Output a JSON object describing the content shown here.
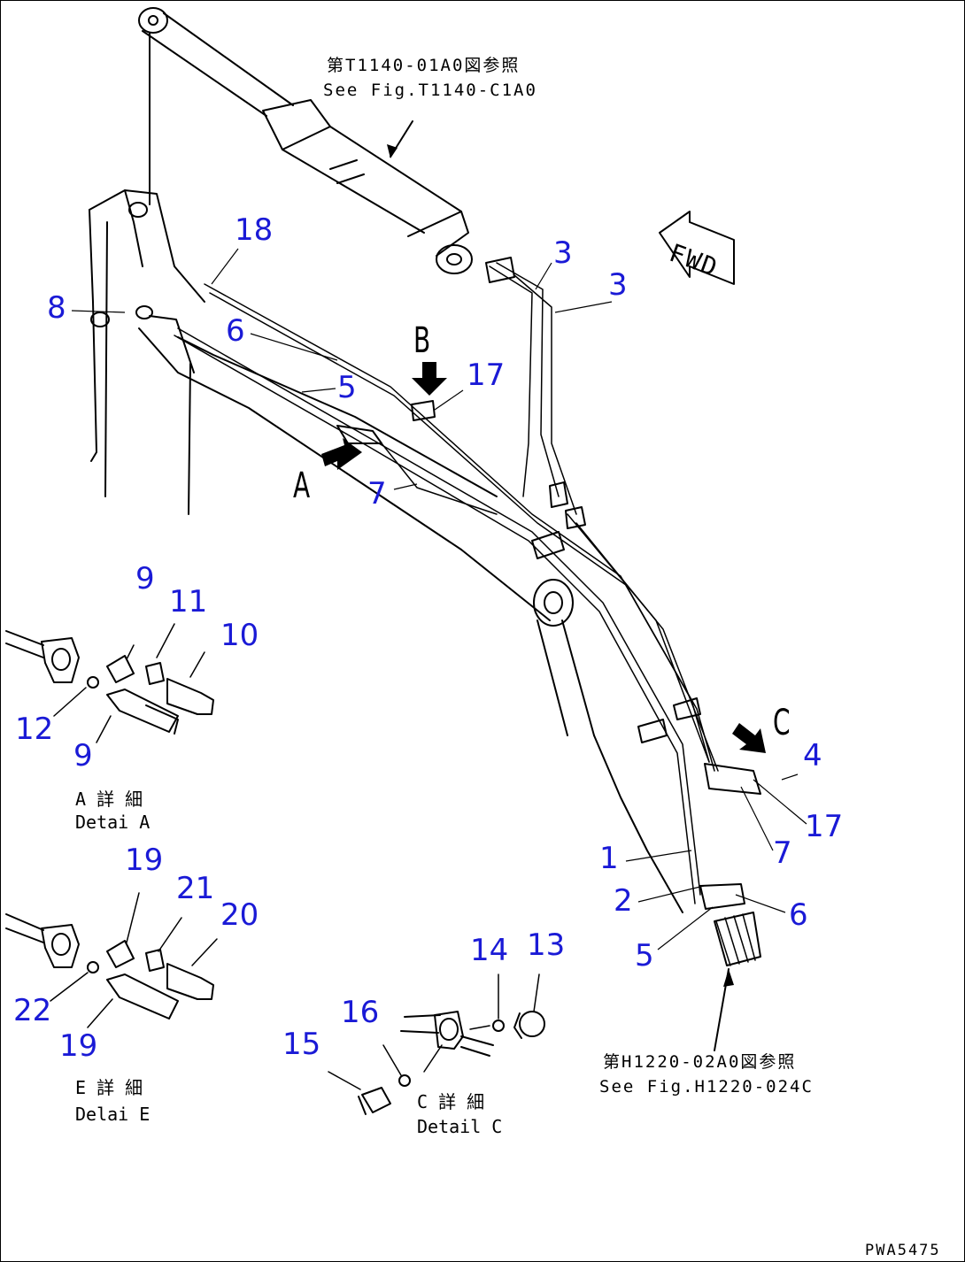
{
  "references": {
    "top_jp": "第T1140-01A0図参照",
    "top_en": "See Fig.T1140-C1A0",
    "bottom_jp": "第H1220-02A0図参照",
    "bottom_en": "See Fig.H1220-024C"
  },
  "direction_label": "FWD",
  "view_letters": {
    "a": "A",
    "b": "B",
    "c": "C"
  },
  "details": {
    "a_jp": "A 詳 細",
    "a_en": "Detai A",
    "e_jp": "E 詳 細",
    "e_en": "Delai E",
    "c_jp": "C 詳 細",
    "c_en": "Detail C"
  },
  "callouts": {
    "n18": "18",
    "n3a": "3",
    "n3b": "3",
    "n8": "8",
    "n6a": "6",
    "n5a": "5",
    "n17a": "17",
    "n7a": "7",
    "n4": "4",
    "n17b": "17",
    "n7b": "7",
    "n1": "1",
    "n2": "2",
    "n6b": "6",
    "n5b": "5",
    "n9a": "9",
    "n11": "11",
    "n10": "10",
    "n12": "12",
    "n9b": "9",
    "n19a": "19",
    "n21": "21",
    "n20": "20",
    "n22": "22",
    "n19b": "19",
    "n14": "14",
    "n13": "13",
    "n16": "16",
    "n15": "15"
  },
  "drawing_code": "PWA5475",
  "colors": {
    "callout": "#1a1ad6",
    "line": "#000000"
  }
}
